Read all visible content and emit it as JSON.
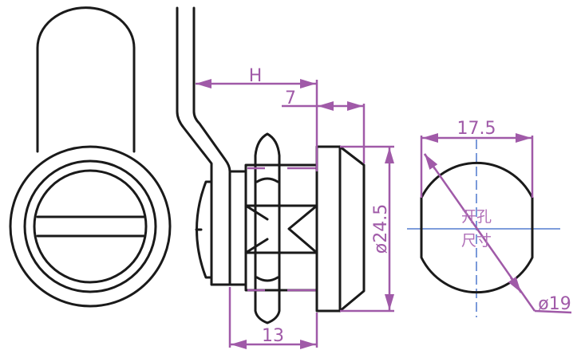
{
  "dimensions": {
    "H": "H",
    "seven": "7",
    "dia_24_5": "ø24.5",
    "thirteen": "13",
    "width_17_5": "17.5",
    "dia_19": "ø19"
  },
  "cutout_label": {
    "line1": "开孔",
    "line2": "尺寸"
  },
  "colors": {
    "outline": "#1a1a1a",
    "dimension": "#a05aa8",
    "centerline": "#6b8fd6"
  }
}
